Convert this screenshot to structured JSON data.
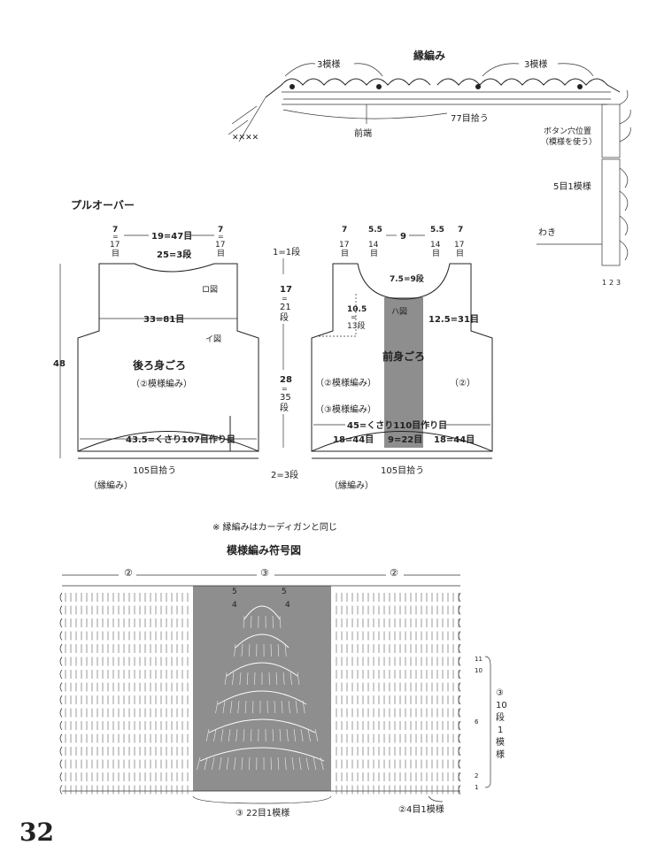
{
  "page_number": "32",
  "edging_chart": {
    "title": "縁編み",
    "repeat_left": "3模様",
    "repeat_right": "3模様",
    "pickup": "77目拾う",
    "front_edge": "前端",
    "buttonhole_line1": "ボタン穴位置",
    "buttonhole_line2": "（模様を使う）",
    "side_repeat": "5目1模様",
    "side_seam": "わき",
    "row_numbers": [
      "1",
      "2",
      "3"
    ]
  },
  "pullover": {
    "title": "プルオーバー",
    "back": {
      "name": "後ろ身ごろ",
      "pattern": "（②模様編み）",
      "shoulder_cm": "7",
      "shoulder_eq": "=",
      "shoulder_st": "17",
      "shoulder_unit": "目",
      "neck_width": "19=47目",
      "neck_depth": "25=3段",
      "fig_ro": "ロ図",
      "width_upper": "33=81目",
      "fig_i": "イ図",
      "width_lower": "43.5=くさり107目作り目",
      "height": "48",
      "pickup": "105目拾う",
      "edging": "（縁編み）"
    },
    "middle_measures": {
      "top": "1=1段",
      "armhole_cm": "17",
      "armhole_eq": "=",
      "armhole_rows": "21",
      "armhole_unit": "段",
      "body_cm": "28",
      "body_eq": "=",
      "body_rows": "35",
      "body_unit": "段",
      "bottom": "2=3段"
    },
    "front": {
      "name": "前身ごろ",
      "pattern_left_1": "（②模様編み）",
      "pattern_left_2": "（③模様編み）",
      "pattern_right": "（②）",
      "top_measures": [
        "7",
        "5.5",
        "9",
        "5.5",
        "7"
      ],
      "top_stitches": [
        "17",
        "14",
        "14",
        "17"
      ],
      "top_unit": "目",
      "neck_depth": "7.5=9段",
      "fig_ha": "ハ図",
      "neck_side_cm": "10.5",
      "neck_side_eq": "=",
      "neck_side_rows": "13段",
      "half_width": "12.5=31目",
      "width_cast_on": "45=くさり110目作り目",
      "panel_left": "18=44目",
      "panel_center": "9=22目",
      "panel_right": "18=44目",
      "pickup": "105目拾う",
      "edging": "（縁編み）"
    },
    "note": "※ 縁編みはカーディガンと同じ"
  },
  "stitch_chart": {
    "title": "模様編み符号図",
    "marker_left": "②",
    "marker_center": "③",
    "marker_right": "②",
    "center_rows": [
      "5",
      "4",
      "5",
      "4"
    ],
    "right_rows": [
      "11",
      "10",
      "6",
      "2",
      "1"
    ],
    "repeat_label_1": "③",
    "repeat_label_2": "10",
    "repeat_label_3": "段",
    "repeat_label_4": "1",
    "repeat_label_5": "模",
    "repeat_label_6": "様",
    "center_repeat": "③ 22目1模様",
    "side_repeat": "②4目1模様"
  },
  "colors": {
    "shade": "#8e8e8e",
    "ink": "#222222"
  }
}
